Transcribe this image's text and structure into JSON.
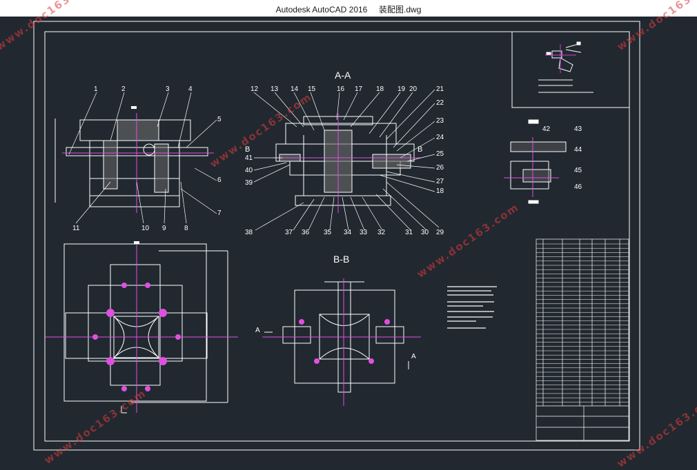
{
  "window": {
    "app_title": "Autodesk AutoCAD 2016",
    "file_name": "装配图.dwg"
  },
  "drawing": {
    "section_aa": "A-A",
    "section_bb": "B-B",
    "view_marks": {
      "b_left": "B",
      "b_right": "B",
      "a_left": "A",
      "a_right": "A"
    },
    "callouts_top": [
      "1",
      "2",
      "3",
      "4"
    ],
    "callouts_top_right": [
      "12",
      "13",
      "14",
      "15",
      "16",
      "17",
      "18",
      "19",
      "20",
      "21"
    ],
    "callouts_right_col": [
      "5",
      "6",
      "7"
    ],
    "callouts_aa_right": [
      "22",
      "23",
      "24",
      "25",
      "26",
      "27",
      "18"
    ],
    "callouts_bottom_left": [
      "11",
      "10",
      "9",
      "8"
    ],
    "callouts_aa_left": [
      "41",
      "40",
      "39"
    ],
    "callouts_aa_bottom": [
      "38",
      "37",
      "36",
      "35",
      "34",
      "33",
      "32",
      "31",
      "30",
      "29"
    ],
    "callouts_detail": [
      "42",
      "43",
      "44",
      "45",
      "46"
    ]
  },
  "watermark": "www.doc163.com"
}
